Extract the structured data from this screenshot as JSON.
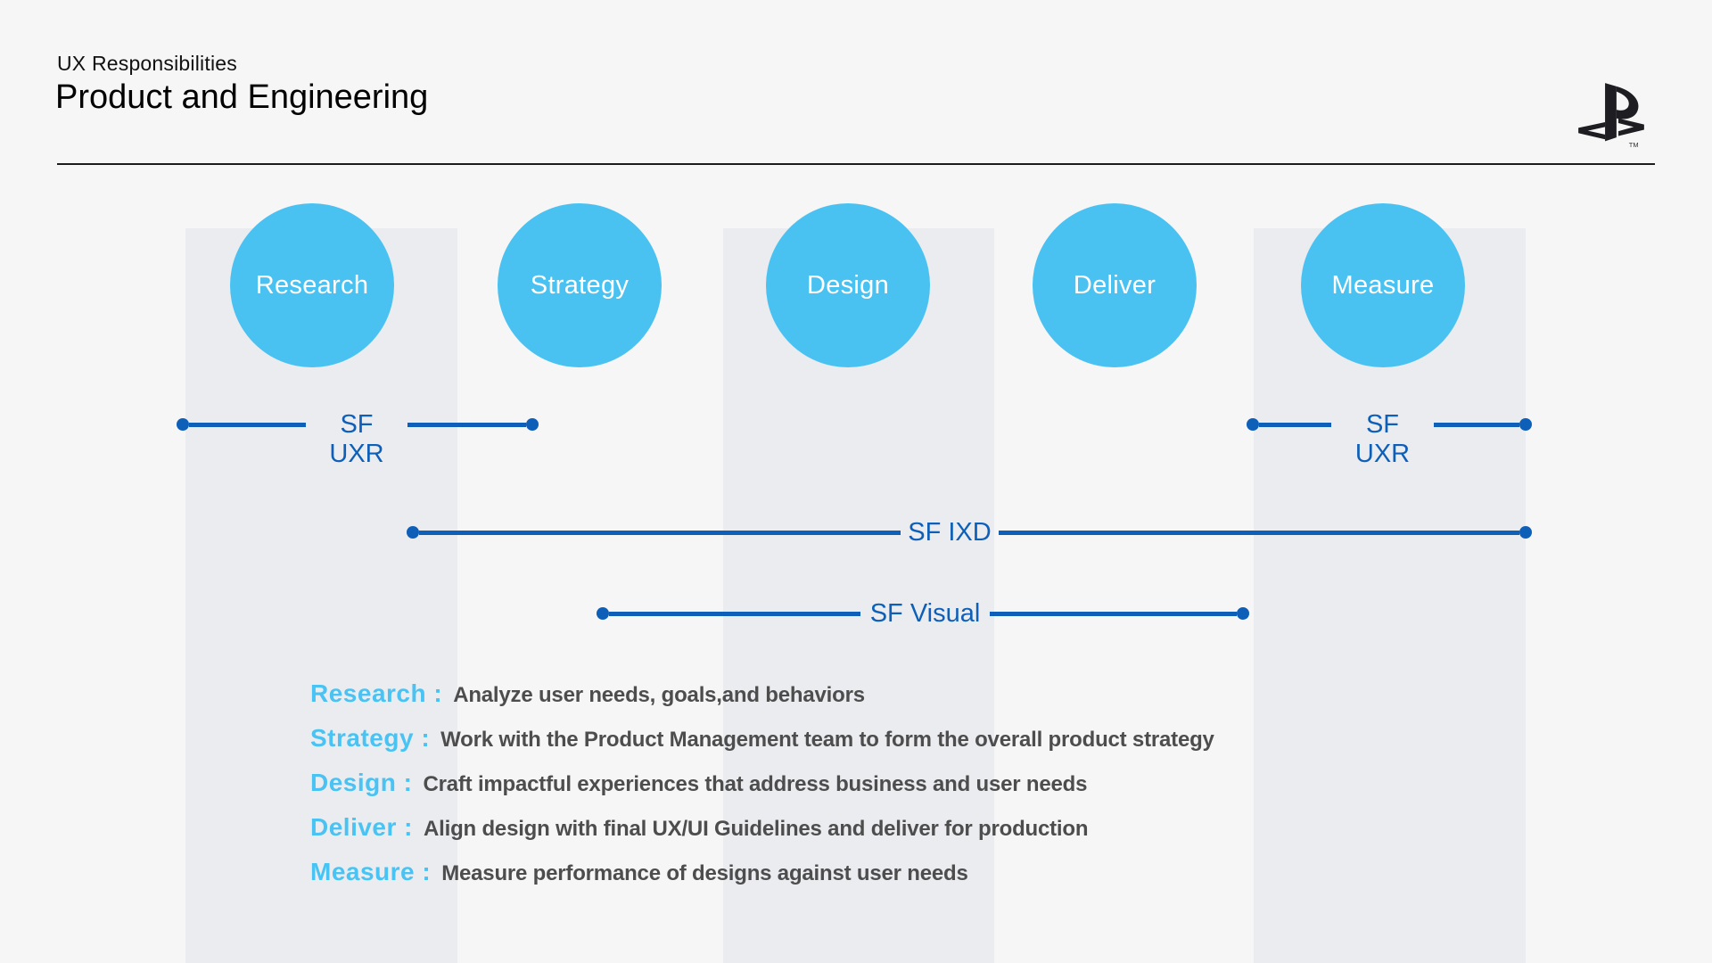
{
  "header": {
    "eyebrow": "UX Responsibilities",
    "title": "Product and Engineering",
    "logo_icon": "playstation-logo",
    "trademark": "TM"
  },
  "diagram": {
    "phases": [
      "Research",
      "Strategy",
      "Design",
      "Deliver",
      "Measure"
    ],
    "timelines": {
      "uxr_left": {
        "line1": "SF",
        "line2": "UXR"
      },
      "uxr_right": {
        "line1": "SF",
        "line2": "UXR"
      },
      "ixd": {
        "label": "SF IXD"
      },
      "visual": {
        "label": "SF Visual"
      }
    }
  },
  "legend": {
    "rows": [
      {
        "term": "Research :",
        "description": "Analyze user needs, goals,and behaviors"
      },
      {
        "term": "Strategy :",
        "description": "Work with the Product Management team to form the overall product strategy"
      },
      {
        "term": "Design :",
        "description": "Craft impactful experiences that address business and user needs"
      },
      {
        "term": "Deliver :",
        "description": "Align design with final UX/UI Guidelines and deliver for production"
      },
      {
        "term": "Measure :",
        "description": "Measure performance of designs against user needs"
      }
    ]
  },
  "colors": {
    "background": "#f6f6f7",
    "column_band": "#eaecf0",
    "circle_blue": "#4ac2f1",
    "timeline_blue": "#0e5fb8",
    "legend_term_blue": "#48c3f3",
    "legend_description_gray": "#4d4d4d",
    "heading_black": "#111111"
  }
}
